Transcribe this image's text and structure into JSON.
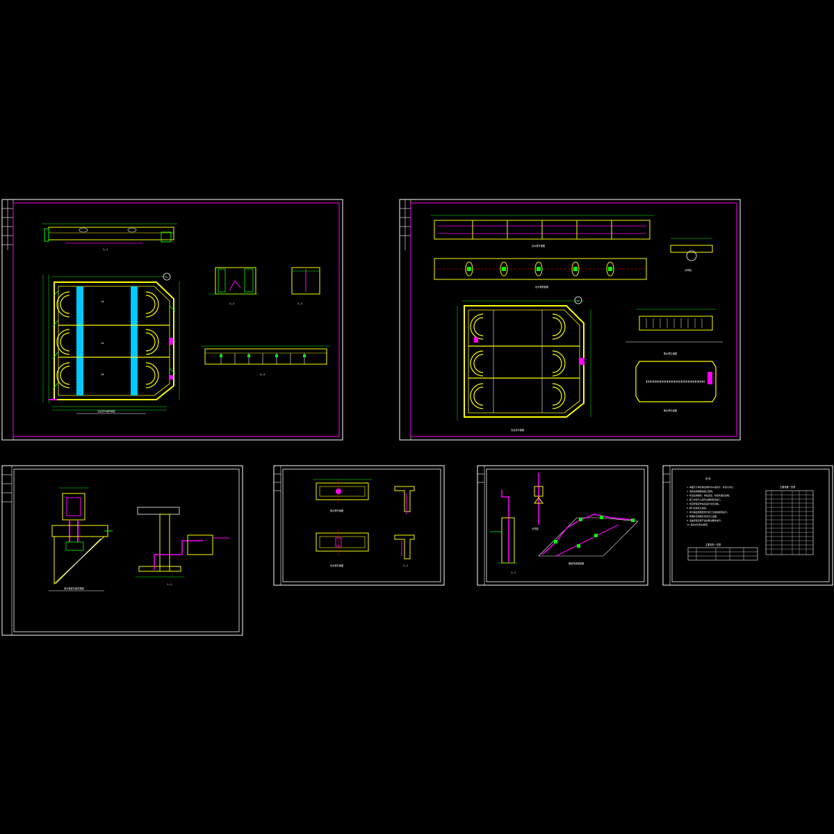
{
  "canvas": {
    "background": "#000000"
  },
  "colors": {
    "sheet_frame": "#ffffff",
    "inner_border": "#ff00ff",
    "wall": "#ffff00",
    "dimension": "#00ff00",
    "pipe": "#ff00ff",
    "axis": "#ff0000",
    "water": "#00ffff",
    "text": "#ffffff"
  },
  "sheets": [
    {
      "id": "sheet-1",
      "labels": {
        "top_section": "1—1",
        "section_2": "2—2",
        "section_3": "3—3",
        "section_long": "4—4",
        "plan": "沉淀池平面布置图",
        "north": "N"
      },
      "room_labels": [
        "1#",
        "2#",
        "3#"
      ]
    },
    {
      "id": "sheet-2",
      "labels": {
        "elev_top": "出水槽平面图",
        "elev_mid": "出水槽剖面图",
        "detail_right": "大样图",
        "plan": "沉淀池平面图",
        "side_detail_1": "集水槽立面图",
        "side_detail_2": "集水槽平面图",
        "north": "N"
      }
    },
    {
      "id": "sheet-3",
      "labels": {
        "plan": "进水管道平面布置图",
        "section": "1—1"
      }
    },
    {
      "id": "sheet-4",
      "labels": {
        "plan_a": "集水槽平面图",
        "plan_b": "出水槽平面图",
        "section": "1—1"
      }
    },
    {
      "id": "sheet-5",
      "labels": {
        "section": "1—1",
        "axon": "管道系统轴测图",
        "detail": "大样图"
      }
    },
    {
      "id": "sheet-6",
      "labels": {
        "notes_title": "说 明",
        "table_title_a": "主要材料一览表",
        "table_title_b": "主要设备一览表"
      },
      "notes": [
        "1. 本图尺寸单位除注明外均以毫米计，标高以米计。",
        "2. 池体采用钢筋混凝土结构。",
        "3. 管道采用钢管，焊接连接，防腐处理见说明。",
        "4. 施工时应与土建专业图纸配合施工。",
        "5. 管道安装完毕后应进行水压试验。",
        "6. 阀门采用法兰连接。",
        "7. 未尽事宜按国家现行施工及验收规范执行。",
        "8. 预埋件及预留孔洞详见土建图。",
        "9. 设备安装应按产品说明书要求进行。",
        "10. 其余详见有关规范。"
      ]
    }
  ]
}
